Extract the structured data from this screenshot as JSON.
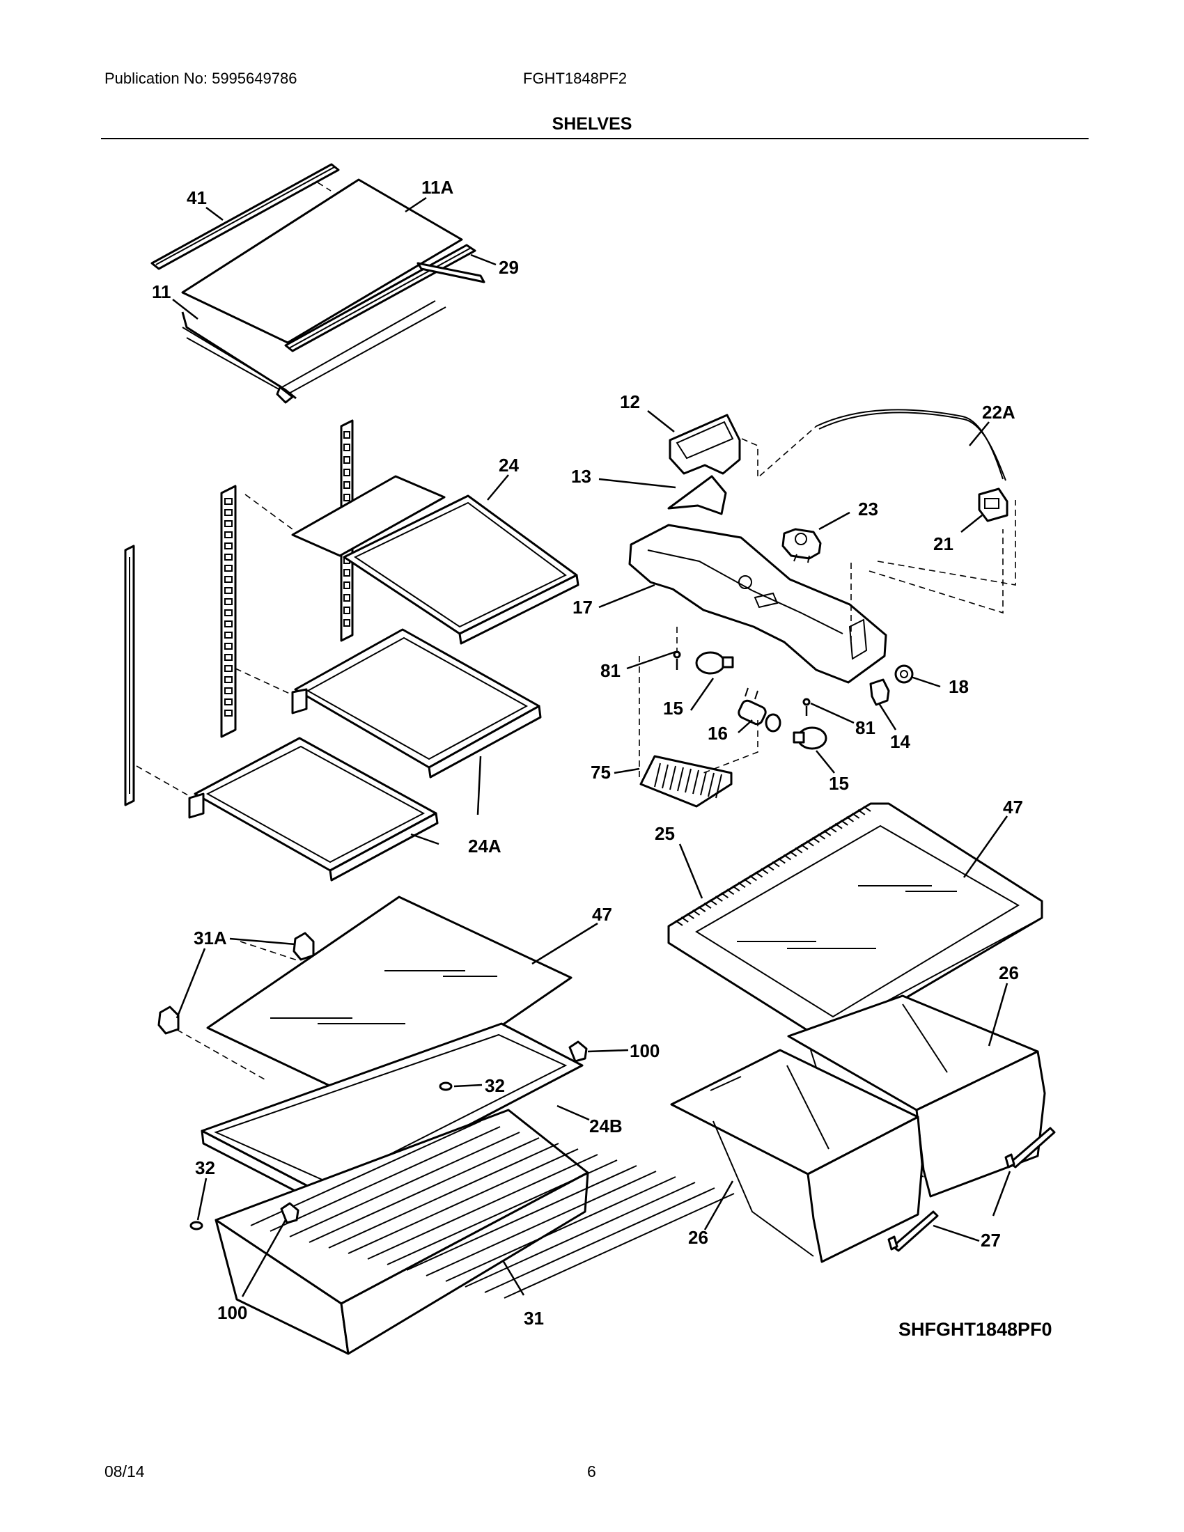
{
  "header": {
    "publication": "Publication No: 5995649786",
    "model": "FGHT1848PF2",
    "section_title": "SHELVES"
  },
  "diagram": {
    "code": "SHFGHT1848PF0",
    "labels": {
      "l41": "41",
      "l11A": "11A",
      "l29": "29",
      "l11": "11",
      "l12": "12",
      "l22A": "22A",
      "l13": "13",
      "l24": "24",
      "l23": "23",
      "l21": "21",
      "l17": "17",
      "l18": "18",
      "l81a": "81",
      "l81b": "81",
      "l15a": "15",
      "l16": "16",
      "l14": "14",
      "l15b": "15",
      "l75": "75",
      "l24A": "24A",
      "l25": "25",
      "l47a": "47",
      "l47b": "47",
      "l31A": "31A",
      "l26a": "26",
      "l100a": "100",
      "l32a": "32",
      "l24B": "24B",
      "l32b": "32",
      "l26b": "26",
      "l27": "27",
      "l100b": "100",
      "l31": "31"
    }
  },
  "footer": {
    "date": "08/14",
    "page": "6"
  }
}
